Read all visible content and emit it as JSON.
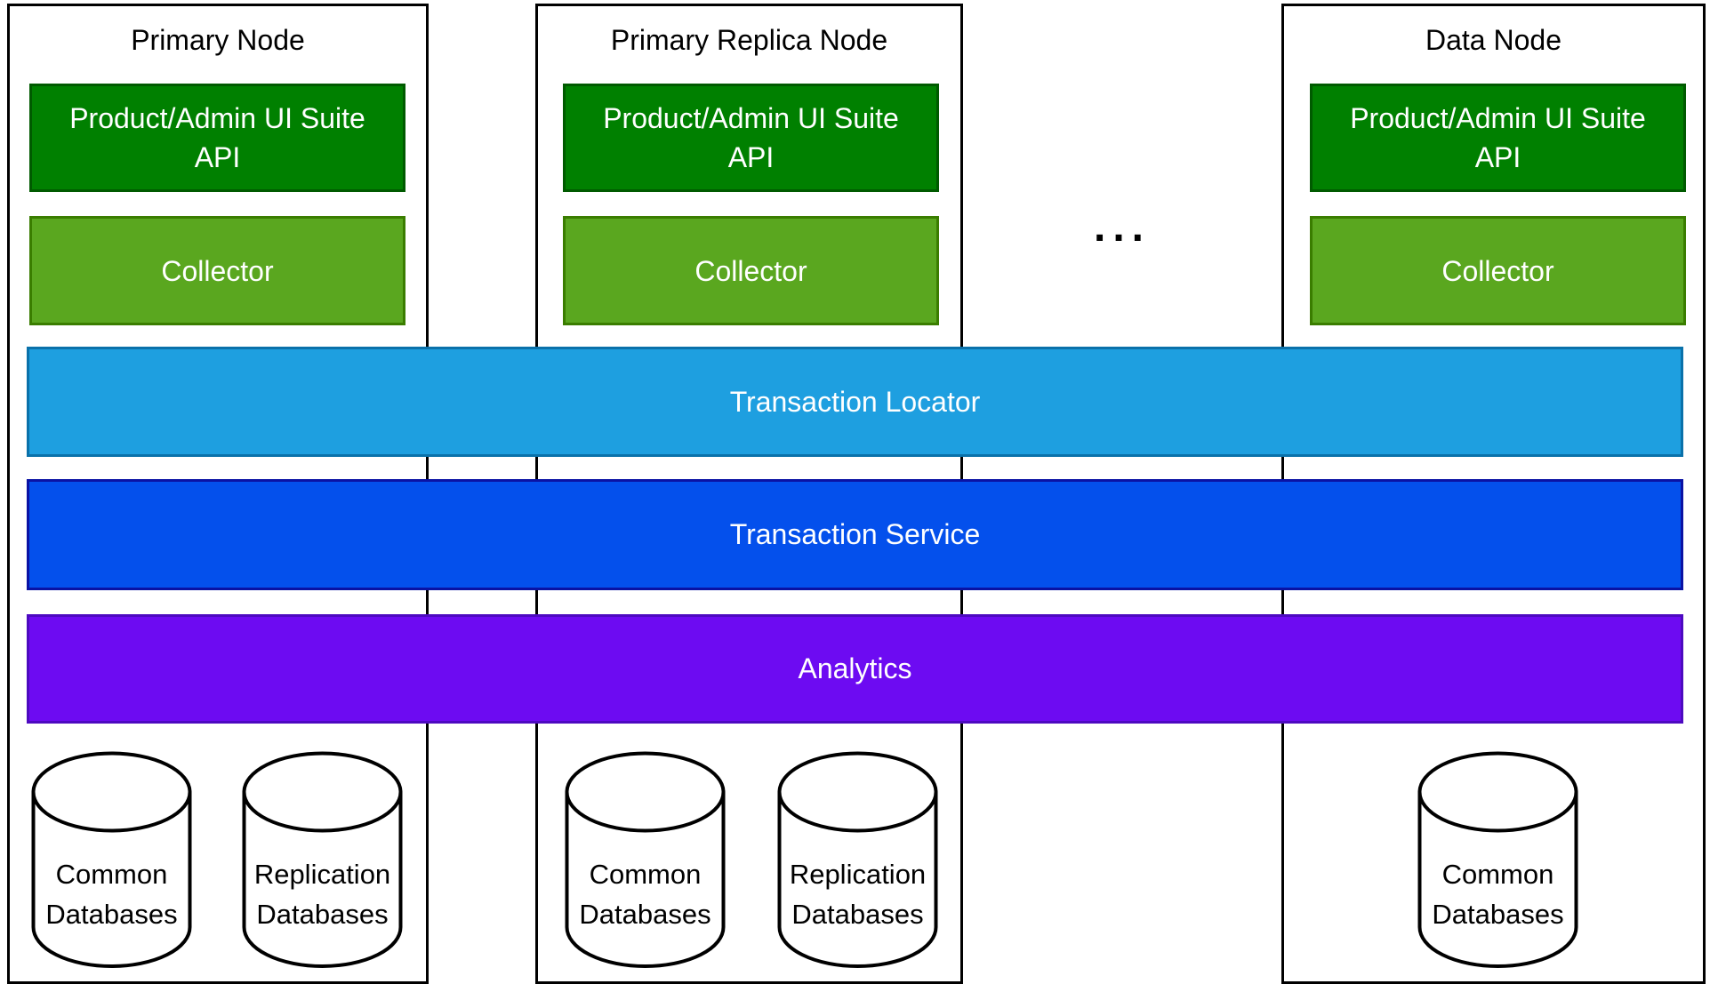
{
  "colors": {
    "node_border": "#000000",
    "api_fill": "#008000",
    "api_border": "#005a00",
    "collector_fill": "#5aa71f",
    "collector_border": "#3a7d00",
    "locator_fill": "#1e9fe0",
    "locator_border": "#0a71aa",
    "service_fill": "#0450ec",
    "service_border": "#0a12a4",
    "analytics_fill": "#6d0bf2",
    "analytics_border": "#4d0ac0",
    "text_light": "#ffffff",
    "text_dark": "#000000"
  },
  "nodes": [
    {
      "title": "Primary Node",
      "api_label_lines": [
        "Product/Admin UI Suite",
        "API"
      ],
      "collector_label": "Collector",
      "databases": [
        "Common Databases",
        "Replication Databases"
      ]
    },
    {
      "title": "Primary Replica Node",
      "api_label_lines": [
        "Product/Admin UI Suite",
        "API"
      ],
      "collector_label": "Collector",
      "databases": [
        "Common Databases",
        "Replication Databases"
      ]
    },
    {
      "title": "Data Node",
      "api_label_lines": [
        "Product/Admin UI Suite",
        "API"
      ],
      "collector_label": "Collector",
      "databases": [
        "Common Databases"
      ]
    }
  ],
  "ellipsis": "...",
  "bars": [
    {
      "label": "Transaction Locator"
    },
    {
      "label": "Transaction Service"
    },
    {
      "label": "Analytics"
    }
  ]
}
